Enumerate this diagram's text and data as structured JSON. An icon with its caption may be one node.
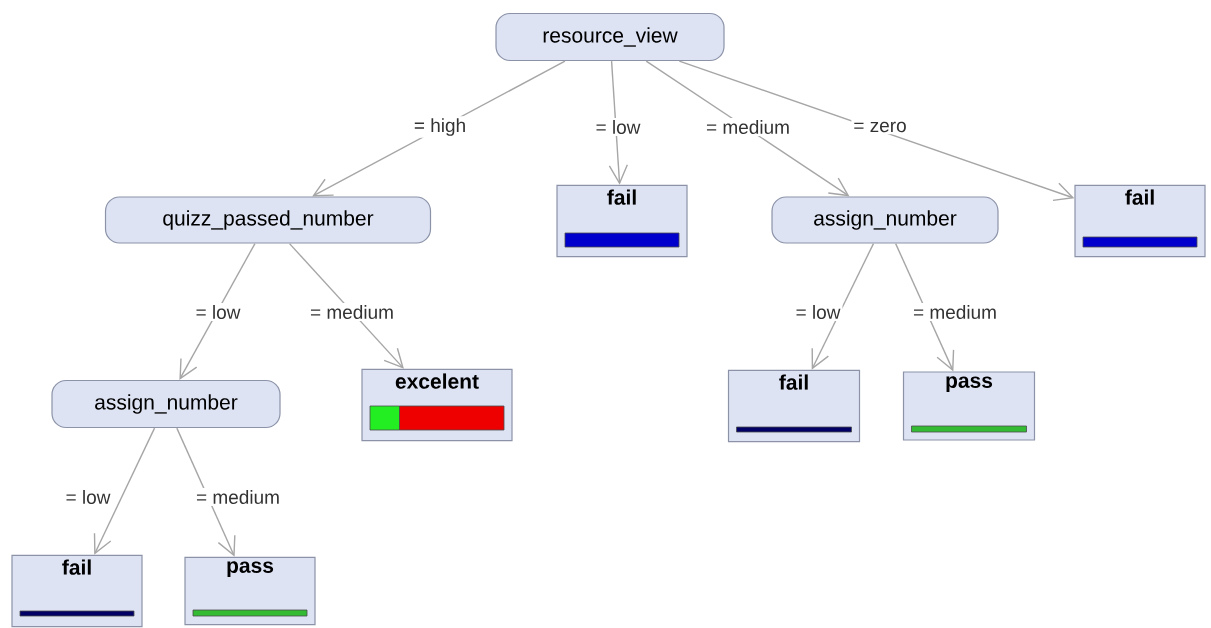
{
  "diagram": {
    "nodes": [
      {
        "text": [
          "resource_view"
        ]
      },
      {
        "text": [
          "quizz_passed_number"
        ]
      },
      {
        "text": [
          "fail"
        ]
      },
      {
        "text": [
          "assign_number"
        ]
      },
      {
        "text": [
          "fail"
        ]
      },
      {
        "text": [
          "assign_number"
        ]
      },
      {
        "text": [
          "excelent"
        ]
      },
      {
        "text": [
          "fail"
        ]
      },
      {
        "text": [
          "pass"
        ]
      },
      {
        "text": [
          "fail"
        ]
      },
      {
        "text": [
          "pass"
        ]
      }
    ],
    "edges": [
      {
        "from": 0,
        "to": 1,
        "arrow": "to",
        "label": "= high"
      },
      {
        "from": 0,
        "to": 2,
        "arrow": "to",
        "label": "= low"
      },
      {
        "from": 0,
        "to": 3,
        "arrow": "to",
        "label": "= medium"
      },
      {
        "from": 0,
        "to": 4,
        "arrow": "to",
        "label": "= zero"
      },
      {
        "from": 1,
        "to": 5,
        "arrow": "to",
        "label": "= low"
      },
      {
        "from": 1,
        "to": 6,
        "arrow": "to",
        "label": "= medium"
      },
      {
        "from": 5,
        "to": 7,
        "arrow": "to",
        "label": "= low"
      },
      {
        "from": 5,
        "to": 8,
        "arrow": "to",
        "label": "= medium"
      },
      {
        "from": 3,
        "to": 9,
        "arrow": "to",
        "label": "= low"
      },
      {
        "from": 3,
        "to": 10,
        "arrow": "to",
        "label": "= medium"
      }
    ]
  }
}
